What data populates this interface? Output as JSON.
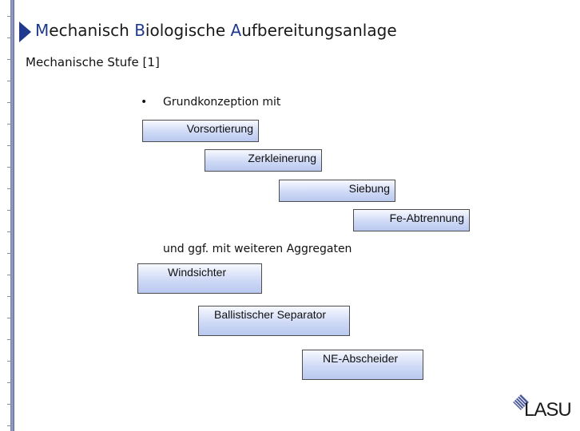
{
  "slide": {
    "title_parts": [
      {
        "initial": "M",
        "rest": "echanisch "
      },
      {
        "initial": "B",
        "rest": "iologische "
      },
      {
        "initial": "A",
        "rest": "ufbereitungsanlage"
      }
    ],
    "subtitle": "Mechanische Stufe [1]",
    "bullet_text": "Grundkonzeption mit",
    "bullet_marker": "•",
    "additional_text": "und ggf. mit weiteren Aggregaten",
    "basic_steps": [
      "Vorsortierung",
      "Zerkleinerung",
      "Siebung",
      "Fe-Abtrennung"
    ],
    "optional_steps": [
      "Windsichter",
      "Ballistischer Separator",
      "NE-Abscheider"
    ],
    "logo_text": "LASU"
  },
  "colors": {
    "title_initial": "#1f3a8c",
    "box_fill_top": "#f7f9ff",
    "box_fill_bottom": "#b9c8ef",
    "box_border": "#4d4d4d"
  }
}
